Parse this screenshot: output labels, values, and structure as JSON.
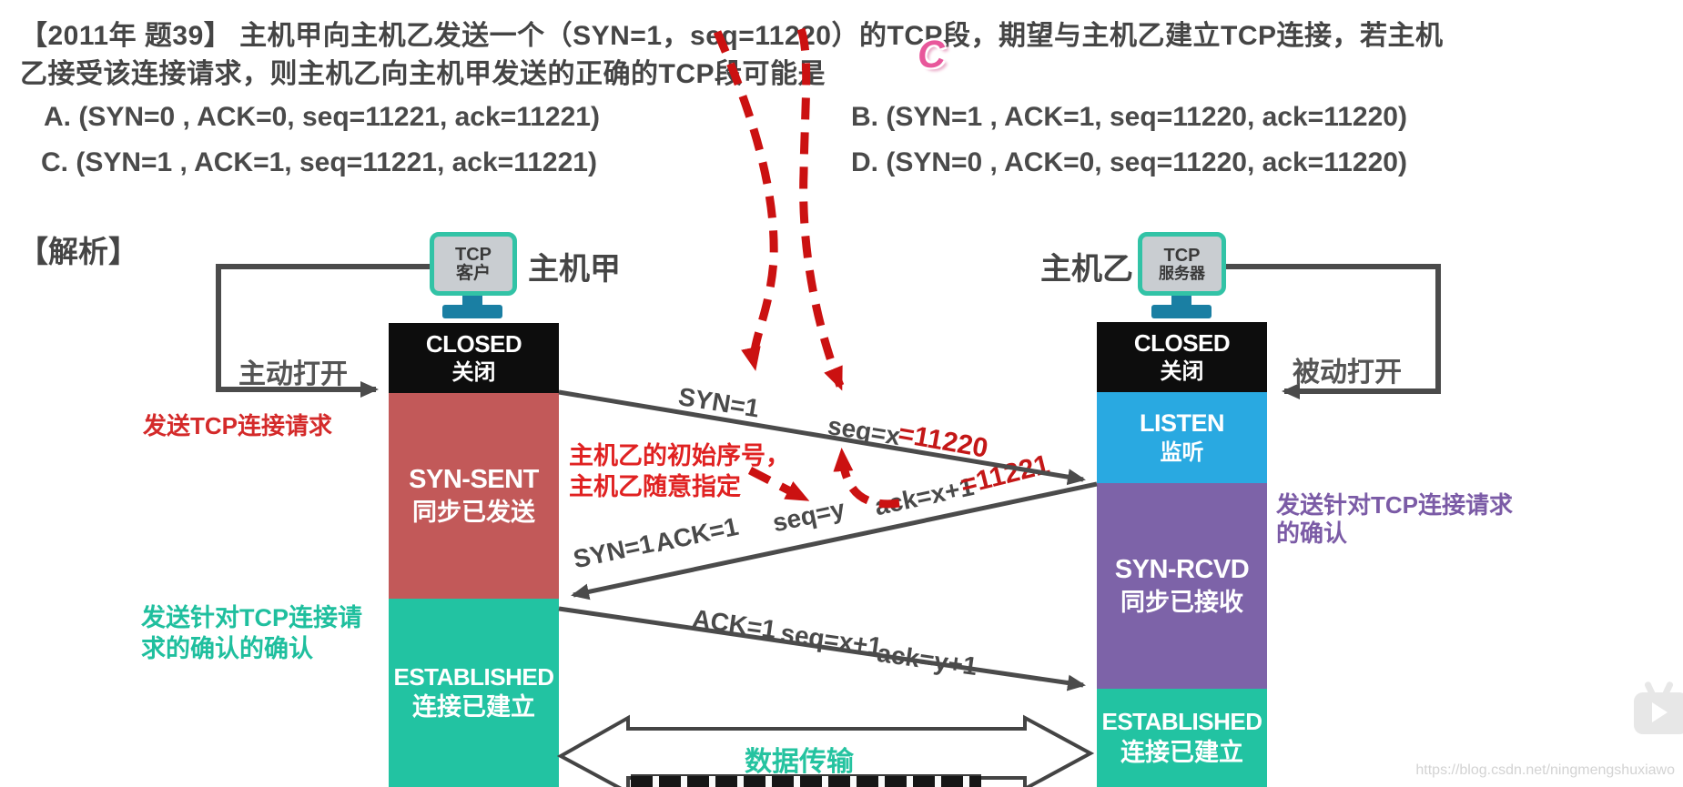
{
  "title": {
    "line1": "【2011年 题39】 主机甲向主机乙发送一个（SYN=1，seq=11220）的TCP段，期望与主机乙建立TCP连接，若主机",
    "line2": "乙接受该连接请求，则主机乙向主机甲发送的正确的TCP段可能是",
    "answer_mark": "C"
  },
  "options": {
    "a": "A. (SYN=0 , ACK=0, seq=11221, ack=11221)",
    "b": "B. (SYN=1 , ACK=1, seq=11220, ack=11220)",
    "c": "C. (SYN=1 , ACK=1, seq=11221, ack=11221)",
    "d": "D. (SYN=0 , ACK=0, seq=11220, ack=11220)"
  },
  "analysis_label": "【解析】",
  "host_a": {
    "name": "主机甲",
    "device": {
      "line1": "TCP",
      "line2": "客户"
    },
    "open_label": "主动打开",
    "send_request_note": "发送TCP连接请求",
    "ack_ack_note": {
      "line1": "发送针对TCP连接请",
      "line2": "求的确认的确认"
    },
    "states": [
      {
        "en": "CLOSED",
        "zh": "关闭"
      },
      {
        "en": "SYN-SENT",
        "zh": "同步已发送"
      },
      {
        "en": "ESTABLISHED",
        "zh": "连接已建立"
      }
    ]
  },
  "host_b": {
    "name": "主机乙",
    "device": {
      "line1": "TCP",
      "line2": "服务器"
    },
    "open_label": "被动打开",
    "ack_note": {
      "line1": "发送针对TCP连接请求",
      "line2": "的确认"
    },
    "states": [
      {
        "en": "CLOSED",
        "zh": "关闭"
      },
      {
        "en": "LISTEN",
        "zh": "监听"
      },
      {
        "en": "SYN-RCVD",
        "zh": "同步已接收"
      },
      {
        "en": "ESTABLISHED",
        "zh": "连接已建立"
      }
    ]
  },
  "segments": {
    "syn": {
      "flag": "SYN=1",
      "seq": "seq=x",
      "seq_value": "=11220"
    },
    "syn_ack": {
      "flag1": "SYN=1",
      "flag2": "ACK=1",
      "seq": "seq=y",
      "ack": "ack=x+1",
      "ack_value": "=11221"
    },
    "ack": {
      "flag": "ACK=1",
      "seq": "seq=x+1",
      "ack": "ack=y+1"
    }
  },
  "isn_note": {
    "line1": "主机乙的初始序号，",
    "line2": "主机乙随意指定"
  },
  "data_transfer_label": "数据传输",
  "watermark": "https://blog.csdn.net/ningmengshuxiawo",
  "colors": {
    "answer_pink": "#e8579b",
    "red_annotation": "#d42a2a",
    "handwritten_red": "#c41717",
    "dashed_arrow_red": "#cb1111",
    "closed_bg": "#0d0d0d",
    "syn_sent_bg": "#c25959",
    "listen_bg": "#29a9e1",
    "syn_rcvd_bg": "#7d63a8",
    "established_bg": "#22c3a2",
    "monitor_teal": "#32c3a6",
    "stand_teal": "#1a7fa3",
    "purple_annotation": "#7b5ba6",
    "line_gray": "#4b4b4b"
  }
}
